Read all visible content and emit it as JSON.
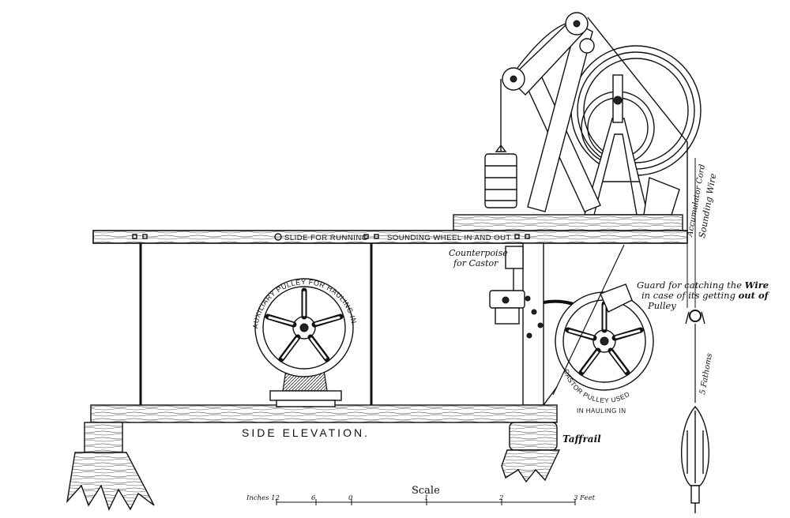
{
  "title": "SIDE ELEVATION.",
  "labels": {
    "slide": "SLIDE FOR RUNNING",
    "sounding_wheel": "SOUNDING WHEEL IN AND OUT",
    "counterpoise_1": "Counterpoise",
    "counterpoise_2": "for Castor",
    "auxiliary_pulley": "AUXILIARY PULLEY FOR HAULING IN",
    "guard_1": "Guard for catching the",
    "guard_wire": "Wire",
    "guard_2": "in case of its getting",
    "guard_out_of": "out of",
    "guard_3": "Pulley",
    "castor_pulley_1": "CASTOR PULLEY USED",
    "castor_pulley_2": "IN HAULING IN",
    "accumulator_cord": "Accumulator Cord",
    "sounding_wire": "Sounding Wire",
    "fathoms": "5 Fathoms",
    "taffrail": "Taffrail",
    "scale": "Scale",
    "scale_inches": "Inches 12",
    "scale_ticks": [
      "6",
      "0",
      "1",
      "2"
    ],
    "scale_feet": "3 Feet"
  },
  "colors": {
    "ink": "#111111",
    "paper": "#ffffff"
  }
}
